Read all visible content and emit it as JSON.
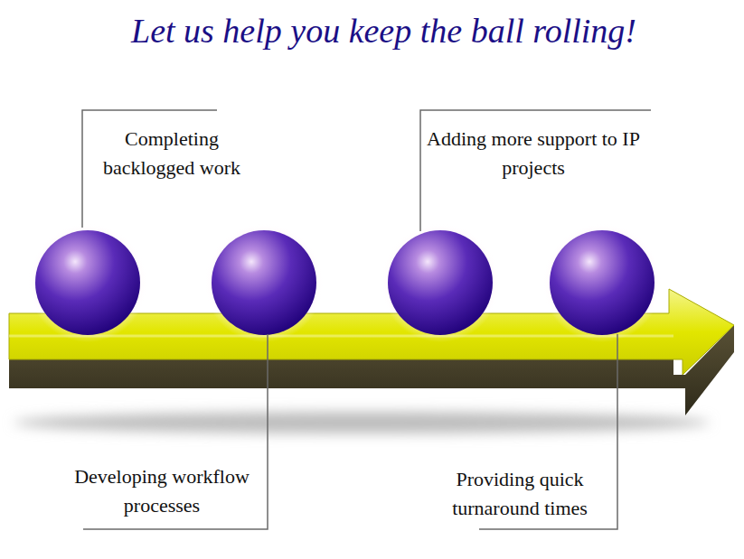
{
  "diagram": {
    "title": "Let us help you keep the ball rolling!",
    "labels": [
      "Completing backlogged work",
      "Adding more support to IP projects",
      "Developing workflow processes",
      "Providing quick turnaround times"
    ]
  }
}
